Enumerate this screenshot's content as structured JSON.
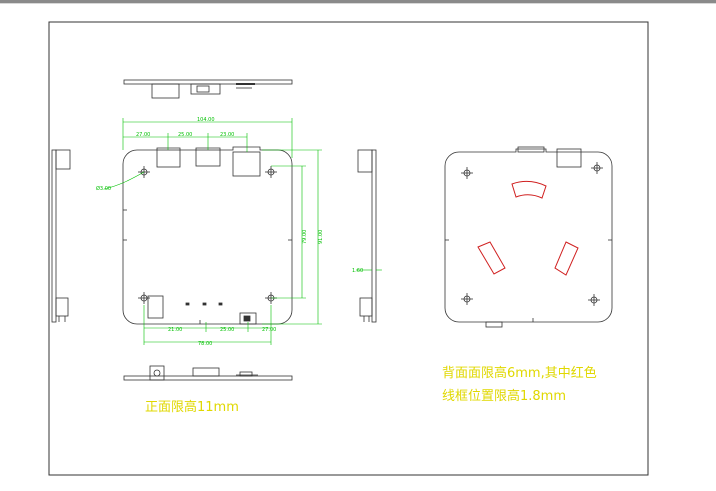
{
  "drawing": {
    "front": {
      "overall_width": "104.00",
      "offset_a": "27.00",
      "offset_b": "25.00",
      "offset_c": "23.00",
      "overall_height": "91.00",
      "hole_height": "79.00",
      "hole_label": "Ø3.00",
      "bottom_a": "21.00",
      "bottom_b": "25.00",
      "bottom_c": "27.00",
      "bottom_span": "78.00",
      "front_note": "正面限高11mm"
    },
    "side": {
      "thickness": "1.60"
    },
    "back": {
      "note_line1": "背面面限高6mm,其中红色",
      "note_line2": "线框位置限高1.8mm"
    }
  },
  "colors": {
    "outline": "#222222",
    "dimension": "#00c000",
    "highlight": "#d02020",
    "note": "#e0d800"
  }
}
